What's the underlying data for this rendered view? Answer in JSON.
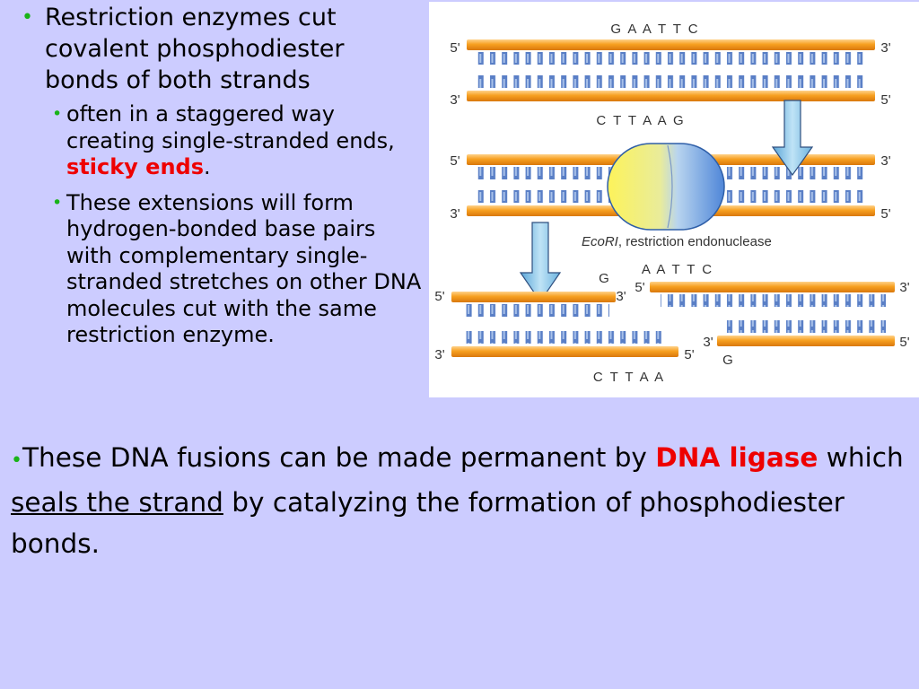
{
  "slide": {
    "main_bullet": {
      "text": "Restriction enzymes cut covalent phosphodiester bonds of both strands"
    },
    "sub_bullets": [
      {
        "text_before": "often in a staggered way creating single-stranded ends, ",
        "highlight": "sticky ends",
        "text_after": "."
      },
      {
        "text": "These extensions will form hydrogen-bonded base pairs with complementary single-stranded stretches on other DNA molecules cut with the same restriction enzyme."
      }
    ],
    "bottom_bullet": {
      "text_1": "These DNA fusions can be made permanent by ",
      "highlight": "DNA ligase",
      "text_2": " which ",
      "underlined": "seals the strand",
      "text_3": " by catalyzing the formation of phosphodiester bonds."
    }
  },
  "figure": {
    "top_sequence": "G A A T T C",
    "bottom_sequence": "C T T A A G",
    "enzyme_label_italic": "EcoRI",
    "enzyme_label_rest": ", restriction endonuclease",
    "cut_left_top_base": "G",
    "cut_right_top_bases": "A A T T C",
    "cut_left_bottom_bases": "C T T A A",
    "cut_right_bottom_base": "G",
    "end_5prime": "5'",
    "end_3prime": "3'"
  },
  "colors": {
    "background": "#CCCCFF",
    "bullet": "#19b319",
    "highlight": "#ee0000",
    "strand": "#f7a020",
    "rung": "#5a7fc6",
    "arrow": "#8ec8ec",
    "enzyme_left": "#fdf35a",
    "enzyme_right": "#4f86d8"
  }
}
